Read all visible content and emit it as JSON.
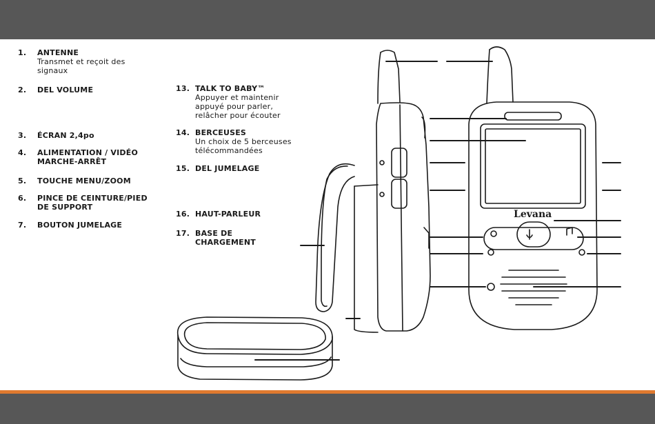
{
  "legend": [
    {
      "num": "1.",
      "title": "ANTENNE",
      "desc": [
        "Transmet et reçoit des",
        "signaux"
      ]
    },
    {
      "num": "2.",
      "title": "DEL VOLUME",
      "desc": []
    },
    {
      "num": "3.",
      "title": "ÉCRAN 2,4po",
      "desc": []
    },
    {
      "num": "4.",
      "title": "ALIMENTATION / VIDÉO",
      "title2": "MARCHE-ARRÊT",
      "desc": []
    },
    {
      "num": "5.",
      "title": "TOUCHE MENU/ZOOM",
      "desc": []
    },
    {
      "num": "6.",
      "title": "PINCE DE CEINTURE/PIED",
      "title2": "DE SUPPORT",
      "desc": []
    },
    {
      "num": "7.",
      "title": "BOUTON JUMELAGE",
      "desc": []
    },
    {
      "num": "13.",
      "title": "TALK TO BABY™",
      "desc": [
        "Appuyer et maintenir",
        "appuyé pour parler,",
        "relâcher pour écouter"
      ]
    },
    {
      "num": "14.",
      "title": "BERCEUSES",
      "desc": [
        "Un choix de 5 berceuses",
        "télécommandées"
      ]
    },
    {
      "num": "15.",
      "title": "DEL JUMELAGE",
      "desc": []
    },
    {
      "num": "16.",
      "title": "HAUT-PARLEUR",
      "desc": []
    },
    {
      "num": "17.",
      "title": "BASE DE",
      "title2": "CHARGEMENT",
      "desc": []
    }
  ],
  "device": {
    "brand": "Levana"
  },
  "colors": {
    "header": "#575757",
    "accent": "#e07a2f",
    "line": "#1a1a1a"
  }
}
